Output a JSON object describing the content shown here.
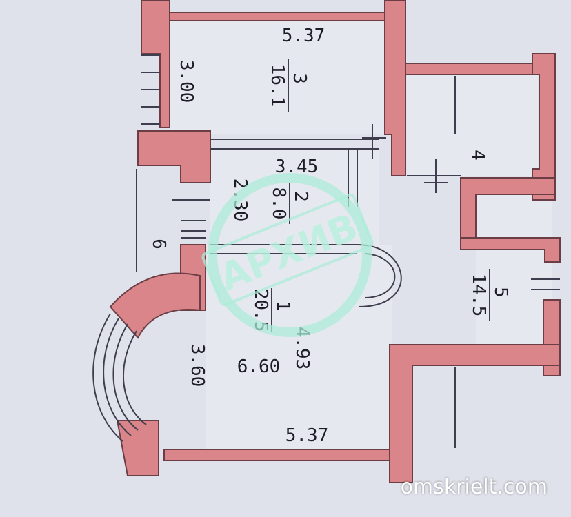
{
  "rooms": [
    {
      "number": "3",
      "area": "16.1"
    },
    {
      "number": "2",
      "area": "8.0"
    },
    {
      "number": "1",
      "area": "20.5"
    },
    {
      "number": "4",
      "area": ""
    },
    {
      "number": "5",
      "area": "14.5"
    },
    {
      "number": "6",
      "area": ""
    }
  ],
  "dimensions": {
    "room3_width": "5.37",
    "room3_depth": "3.00",
    "room2_width": "3.45",
    "room2_depth": "2.30",
    "room1_depth_left": "3.60",
    "room1_width_mid": "6.60",
    "room1_depth_right": "4.93",
    "room1_bottom": "5.37"
  },
  "stamp": {
    "text": "АРХИВ"
  },
  "watermark": {
    "text": "omskrielt.com"
  },
  "colors": {
    "wall": "#d9858a",
    "paper": "#dfe2ea",
    "stamp": "#aaebd7"
  }
}
